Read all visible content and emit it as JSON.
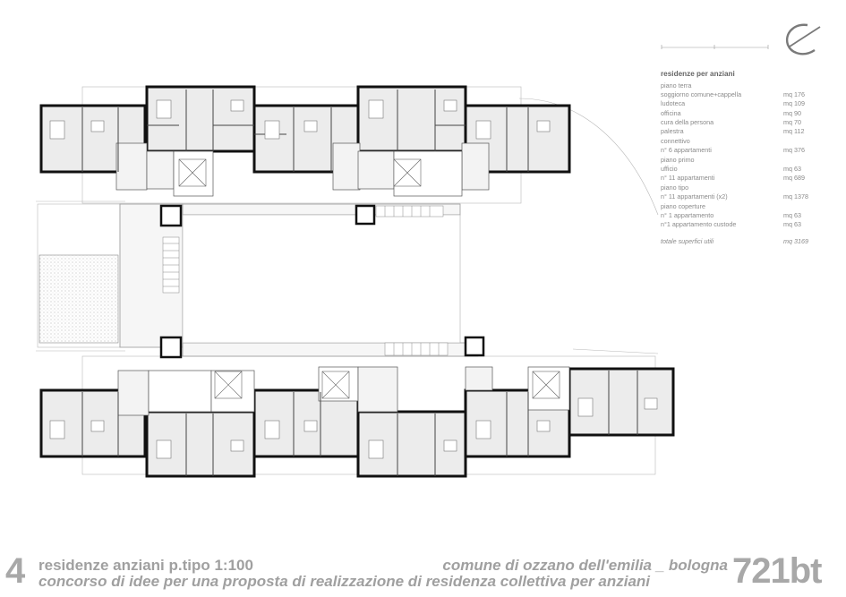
{
  "legend": {
    "title": "residenze per anziani",
    "rows": [
      {
        "label": "piano terra",
        "value": ""
      },
      {
        "label": "soggiorno comune+cappella",
        "value": "mq 176"
      },
      {
        "label": "ludoteca",
        "value": "mq 109"
      },
      {
        "label": "officina",
        "value": "mq  90"
      },
      {
        "label": "cura della persona",
        "value": "mq  70"
      },
      {
        "label": "palestra",
        "value": "mq 112"
      },
      {
        "label": "connettivo",
        "value": ""
      },
      {
        "label": "n° 6 appartamenti",
        "value": "mq 376"
      },
      {
        "label": "piano primo",
        "value": ""
      },
      {
        "label": "ufficio",
        "value": "mq 63"
      },
      {
        "label": "n° 11 appartamenti",
        "value": "mq 689"
      },
      {
        "label": "piano tipo",
        "value": ""
      },
      {
        "label": "n° 11 appartamenti (x2)",
        "value": "mq 1378"
      },
      {
        "label": "piano coperture",
        "value": ""
      },
      {
        "label": "n° 1 appartamento",
        "value": "mq 63"
      },
      {
        "label": "n°1 appartamento custode",
        "value": "mq 63"
      }
    ],
    "total": {
      "label": "totale superfici utili",
      "value": "mq 3169"
    }
  },
  "footer": {
    "number": "4",
    "line1": "residenze anziani p.tipo 1:100",
    "line2": "concorso di  idee per una proposta  di realizzazione di residenza collettiva per  anziani",
    "location": "comune di ozzano dell'emilia _ bologna",
    "code": "721bt"
  },
  "colors": {
    "wall": "#111111",
    "floor": "#ededed",
    "outline": "#9a9a9a",
    "text": "#8a8a8a",
    "footer": "#a0a0a0"
  },
  "icons": [
    "scale-bar-icon",
    "architect-logo-icon"
  ]
}
